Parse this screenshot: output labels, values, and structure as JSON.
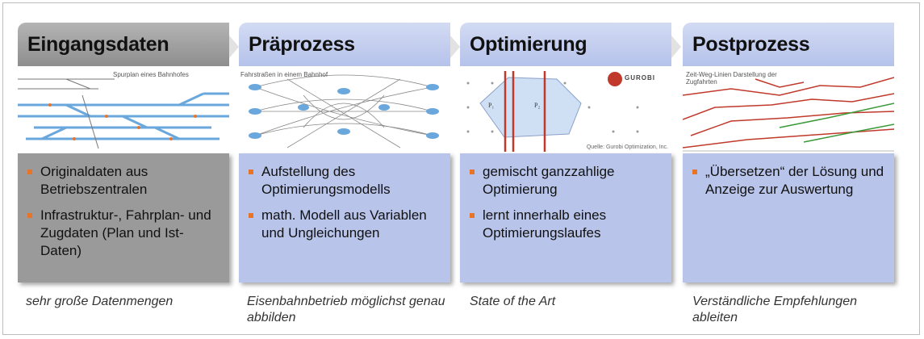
{
  "columns": [
    {
      "title": "Eingangsdaten",
      "image_caption": "Spurplan eines Bahnhofes",
      "bullets": [
        "Originaldaten aus Betriebszentralen",
        "Infrastruktur-, Fahrplan- und Zugdaten (Plan und Ist-Daten)"
      ],
      "note": "sehr große Datenmengen"
    },
    {
      "title": "Präprozess",
      "image_caption": "Fahrstraßen in einem Bahnhof",
      "bullets": [
        "Aufstellung des Optimierungsmodells",
        "math. Modell aus Variablen und Ungleichungen"
      ],
      "note": "Eisenbahnbetrieb möglichst genau abbilden"
    },
    {
      "title": "Optimierung",
      "image_caption": "GUROBI",
      "image_caption_2": "Quelle: Gurobi Optimization, Inc.",
      "bullets": [
        "gemischt ganzzahlige Optimierung",
        "lernt innerhalb eines Optimierungslaufes"
      ],
      "note": "State of the Art"
    },
    {
      "title": "Postprozess",
      "image_caption": "Zeit-Weg-Linien Darstellung der Zugfahrten",
      "bullets": [
        "„Übersetzen“ der Lösung und Anzeige zur Auswertung"
      ],
      "note": "Verständliche Empfehlungen ableiten"
    }
  ],
  "colors": {
    "gray": "#9a9a9a",
    "blue": "#b8c4ea",
    "bullet": "#e8742a",
    "track": "#6aa7dc",
    "red": "#c0392b",
    "green": "#3a9a3a"
  }
}
